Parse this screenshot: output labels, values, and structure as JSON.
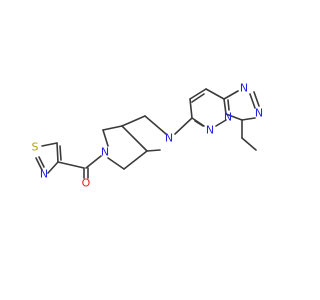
{
  "atoms": {
    "sulfur": "S",
    "thiazole_n": "N",
    "carbonyl_o": "O",
    "amide_n": "N",
    "bicyclic_n": "N",
    "pyridazine_n1": "N",
    "pyridazine_n2": "N",
    "triazole_n1": "N",
    "triazole_n2": "N"
  },
  "colors": {
    "bond": "#3a3a3a",
    "nitrogen": "#2323e6",
    "oxygen": "#e61e1e",
    "sulfur": "#b3a30a"
  }
}
